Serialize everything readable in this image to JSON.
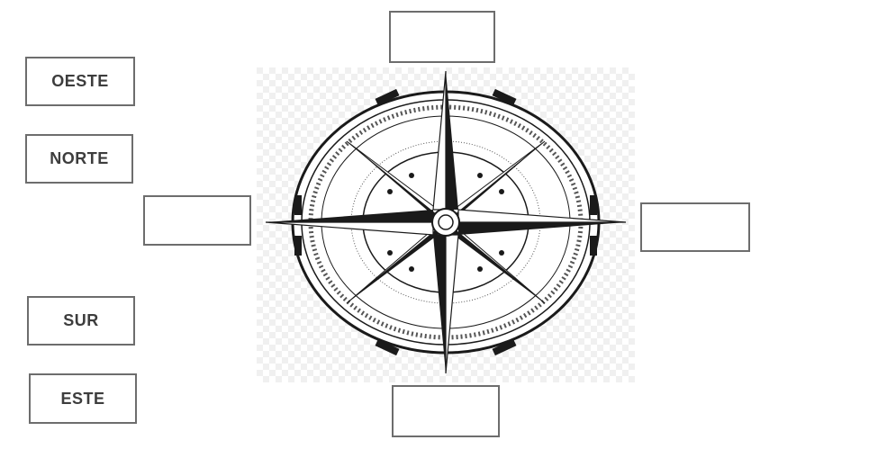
{
  "word_bank": [
    {
      "id": "oeste",
      "label": "OESTE"
    },
    {
      "id": "norte",
      "label": "NORTE"
    },
    {
      "id": "sur",
      "label": "SUR"
    },
    {
      "id": "este",
      "label": "ESTE"
    }
  ],
  "answer_boxes": {
    "top": "",
    "bottom": "",
    "left": "",
    "right": ""
  },
  "colors": {
    "box_border": "#6d6d6d",
    "label_text": "#3d3d3d",
    "compass_ink": "#1a1a1a",
    "pattern_gray": "#e3e3e3"
  },
  "icons": {
    "compass": "compass-rose-icon"
  }
}
